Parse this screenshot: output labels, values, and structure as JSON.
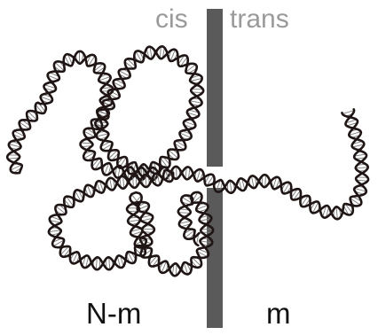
{
  "labels": {
    "cis": "cis",
    "trans": "trans",
    "cis_count": "N-m",
    "trans_count": "m"
  },
  "colors": {
    "membrane": "#5a5a5a",
    "side_label": "#9a9a9a",
    "region_label": "#111111",
    "strand": "#1f1515",
    "helix_fill": "#ffffff",
    "rung": "#7a7a7a"
  },
  "icons": {
    "membrane": "membrane-wall",
    "pore": "nanopore-gap",
    "polymer": "dna-double-helix"
  }
}
